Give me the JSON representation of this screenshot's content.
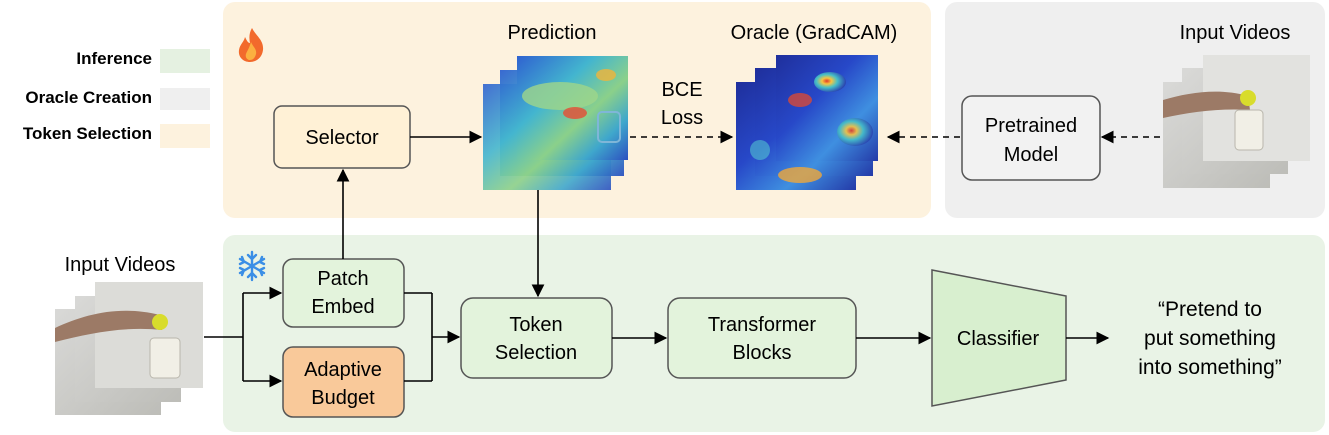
{
  "legend": {
    "items": [
      {
        "label": "Inference",
        "color": "#e5f1e1"
      },
      {
        "label": "Oracle Creation",
        "color": "#efefef"
      },
      {
        "label": "Token Selection",
        "color": "#fdf2de"
      }
    ]
  },
  "regions": {
    "token_selection_bg": "#fdf2de",
    "oracle_bg": "#efefef",
    "inference_bg": "#e9f3e6"
  },
  "icons": {
    "trainable": "fire-icon",
    "frozen": "snowflake-icon"
  },
  "top": {
    "selector": "Selector",
    "prediction_title": "Prediction",
    "oracle_title": "Oracle (GradCAM)",
    "loss_line1": "BCE",
    "loss_line2": "Loss",
    "pretrained_line1": "Pretrained",
    "pretrained_line2": "Model",
    "input_videos": "Input Videos"
  },
  "bottom": {
    "input_videos": "Input Videos",
    "patch_line1": "Patch",
    "patch_line2": "Embed",
    "budget_line1": "Adaptive",
    "budget_line2": "Budget",
    "tokensel_line1": "Token",
    "tokensel_line2": "Selection",
    "transformer_line1": "Transformer",
    "transformer_line2": "Blocks",
    "classifier": "Classifier",
    "output_line1": "“Pretend to",
    "output_line2": "put something",
    "output_line3": "into something”"
  },
  "colors": {
    "green_box": "#e3f3dc",
    "orange_box": "#f9c99a",
    "cream_box": "#fff1d6",
    "gray_box": "#f2f2f2",
    "border": "#555555"
  }
}
